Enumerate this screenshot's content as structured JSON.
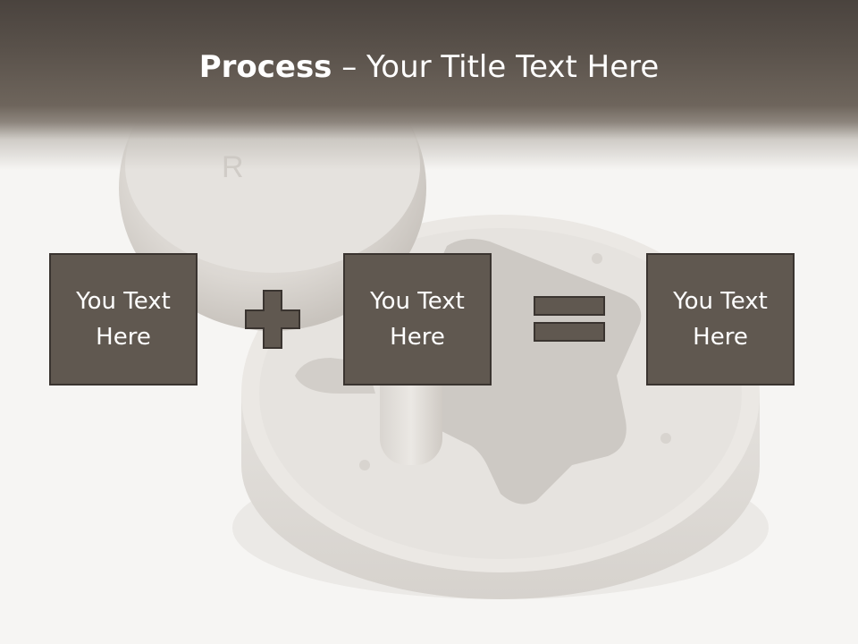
{
  "slide": {
    "title_bold": "Process",
    "title_rest": " – Your Title Text Here",
    "boxes": [
      {
        "text": "You Text Here"
      },
      {
        "text": "You Text Here"
      },
      {
        "text": "You Text Here"
      }
    ],
    "operators": [
      "plus-icon",
      "equals-icon"
    ],
    "background_image": "gear-shifter",
    "colors": {
      "header": "#5a524b",
      "box_fill": "#605850",
      "box_border": "#3a3430",
      "text": "#ffffff"
    }
  }
}
